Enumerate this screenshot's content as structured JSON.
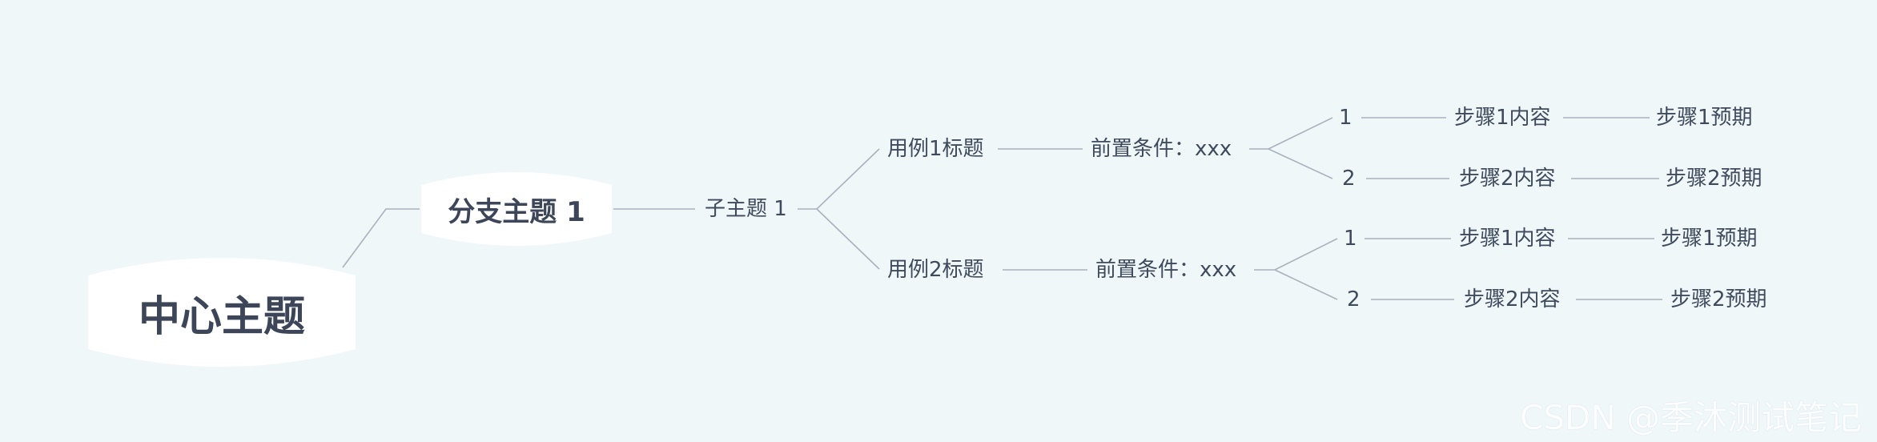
{
  "colors": {
    "background": "#eff7f9",
    "line": "#a9b2bd",
    "node_fill": "#ffffff",
    "text": "#3f4a5c"
  },
  "central": {
    "label": "中心主题"
  },
  "branch": {
    "label": "分支主题 1"
  },
  "subtopic": {
    "label": "子主题 1"
  },
  "cases": [
    {
      "title": "用例1标题",
      "precondition": "前置条件：xxx",
      "steps": [
        {
          "num": "1",
          "content": "步骤1内容",
          "expected": "步骤1预期"
        },
        {
          "num": "2",
          "content": "步骤2内容",
          "expected": "步骤2预期"
        }
      ]
    },
    {
      "title": "用例2标题",
      "precondition": "前置条件：xxx",
      "steps": [
        {
          "num": "1",
          "content": "步骤1内容",
          "expected": "步骤1预期"
        },
        {
          "num": "2",
          "content": "步骤2内容",
          "expected": "步骤2预期"
        }
      ]
    }
  ],
  "watermark": "CSDN @季沐测试笔记"
}
